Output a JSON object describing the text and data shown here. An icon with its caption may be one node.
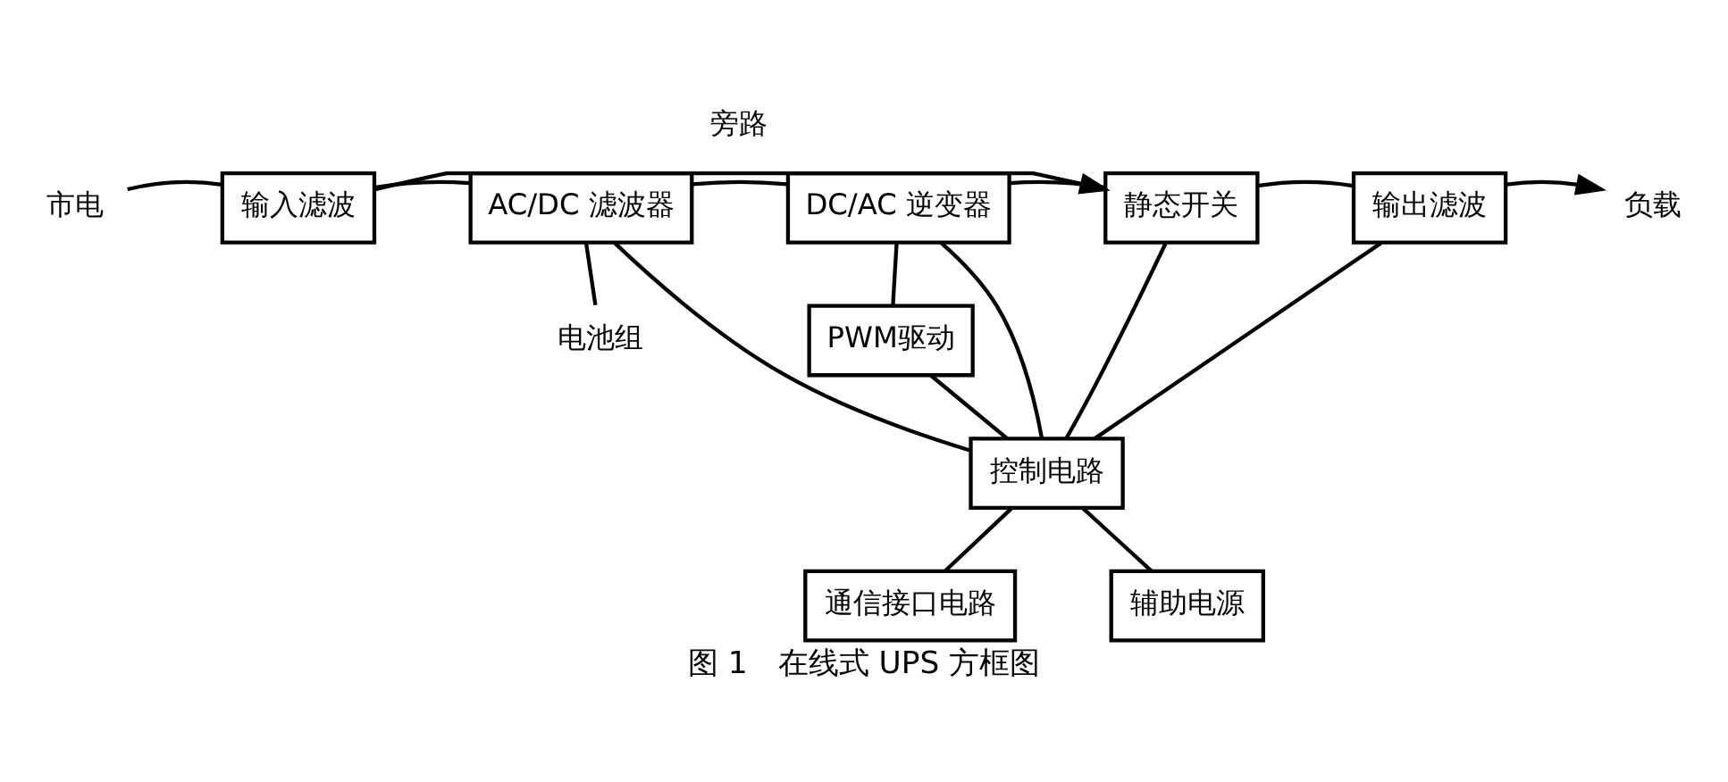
{
  "diagram": {
    "caption": "图 1　在线式 UPS 方框图",
    "nodes": [
      {
        "text": [
          "市电"
        ]
      },
      {
        "text": [
          "输入滤波"
        ]
      },
      {
        "text": [
          "AC/DC 滤波器"
        ]
      },
      {
        "text": [
          "DC/AC 逆变器"
        ]
      },
      {
        "text": [
          "静态开关"
        ]
      },
      {
        "text": [
          "输出滤波"
        ]
      },
      {
        "text": [
          "负载"
        ]
      },
      {
        "text": [
          "电池组"
        ]
      },
      {
        "text": [
          "PWM驱动"
        ]
      },
      {
        "text": [
          "控制电路"
        ]
      },
      {
        "text": [
          "通信接口电路"
        ]
      },
      {
        "text": [
          "辅助电源"
        ]
      }
    ],
    "edges": [
      {
        "from": 0,
        "to": 1,
        "arrow": "none"
      },
      {
        "from": 1,
        "to": 2,
        "arrow": "none"
      },
      {
        "from": 1,
        "to": 4,
        "arrow": "to",
        "label": "旁路"
      },
      {
        "from": 2,
        "to": 3,
        "arrow": "none"
      },
      {
        "from": 2,
        "to": 7,
        "arrow": "none"
      },
      {
        "from": 3,
        "to": 4,
        "arrow": "none"
      },
      {
        "from": 4,
        "to": 5,
        "arrow": "none"
      },
      {
        "from": 5,
        "to": 6,
        "arrow": "to"
      },
      {
        "from": 3,
        "to": 8,
        "arrow": "none"
      },
      {
        "from": 8,
        "to": 9,
        "arrow": "none"
      },
      {
        "from": 2,
        "to": 9,
        "arrow": "none"
      },
      {
        "from": 3,
        "to": 9,
        "arrow": "none"
      },
      {
        "from": 4,
        "to": 9,
        "arrow": "none"
      },
      {
        "from": 5,
        "to": 9,
        "arrow": "none"
      },
      {
        "from": 9,
        "to": 10,
        "arrow": "none"
      },
      {
        "from": 9,
        "to": 11,
        "arrow": "none"
      }
    ]
  }
}
